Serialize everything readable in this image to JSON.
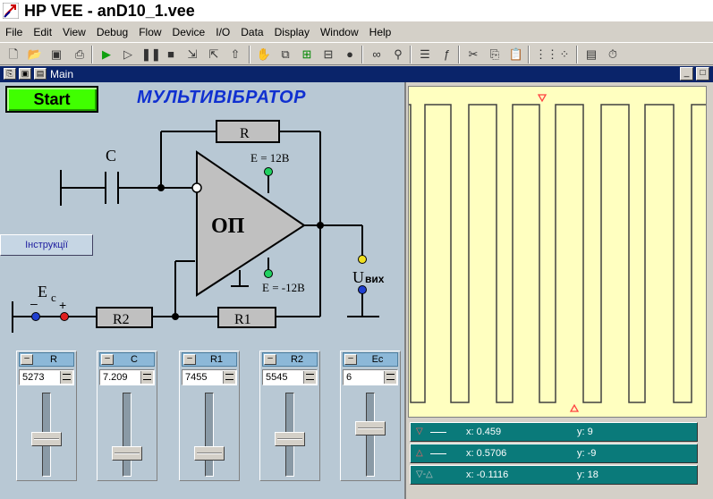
{
  "app": {
    "title": "HP VEE - anD10_1.vee"
  },
  "menu": [
    "File",
    "Edit",
    "View",
    "Debug",
    "Flow",
    "Device",
    "I/O",
    "Data",
    "Display",
    "Window",
    "Help"
  ],
  "toolbar": {
    "icons": [
      "new-icon",
      "open-icon",
      "save-icon",
      "print-icon",
      "run-icon",
      "step-icon",
      "pause-icon",
      "stop-icon",
      "step-into-icon",
      "step-over-icon",
      "step-out-icon",
      "hand-icon",
      "duplicate-icon",
      "connect-icon",
      "calibrate-icon",
      "record-icon",
      "binoculars-icon",
      "find-icon",
      "properties-icon",
      "function-icon",
      "cut-icon",
      "copy-icon",
      "paste-icon",
      "grid-icon",
      "snap-icon",
      "panel-icon",
      "timer-icon"
    ]
  },
  "main": {
    "title": "Main"
  },
  "panel": {
    "start_label": "Start",
    "title": "МУЛЬТИВІБРАТОР",
    "instr_label": "Інструкції",
    "circuit": {
      "c": "C",
      "r": "R",
      "r1": "R1",
      "r2": "R2",
      "op": "ОП",
      "e_pos": "E = 12В",
      "e_neg": "E = -12В",
      "ec": "E",
      "ec_sub": "c",
      "minus": "–",
      "plus": "+",
      "uout": "U",
      "uout_sub": "вих"
    }
  },
  "sliders": [
    {
      "name": "R",
      "value": "5273",
      "level": 0.45
    },
    {
      "name": "C",
      "value": "7.209",
      "level": 0.25
    },
    {
      "name": "R1",
      "value": "7455",
      "level": 0.25
    },
    {
      "name": "R2",
      "value": "5545",
      "level": 0.45
    },
    {
      "name": "Ec",
      "value": "6",
      "level": 0.6
    }
  ],
  "scope": {
    "readouts": [
      {
        "marker": "▽",
        "marker_color": "#ff6060",
        "x": "x: 0.459",
        "y": "y: 9"
      },
      {
        "marker": "△",
        "marker_color": "#ff6060",
        "x": "x: 0.5706",
        "y": "y: -9"
      },
      {
        "marker": "▽-△",
        "marker_color": "#c0c0c0",
        "x": "x: -0.1116",
        "y": "y: 18"
      }
    ]
  }
}
